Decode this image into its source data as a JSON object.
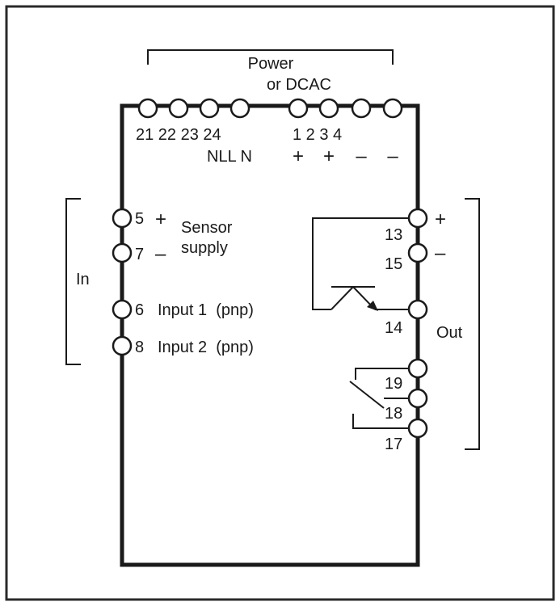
{
  "power": {
    "line1": "Power",
    "line2": "or DCAC"
  },
  "top_terminals": {
    "numbers_left": "21 22 23 24",
    "numbers_right": "1 2 3 4",
    "nll_label": "NLL N",
    "signs": [
      "+",
      "+",
      "–",
      "–"
    ]
  },
  "inputs": {
    "bracket_label": "In",
    "t5": "5",
    "t7": "7",
    "plus": "+",
    "minus": "–",
    "sensor_line1": "Sensor",
    "sensor_line2": "supply",
    "t6": "6",
    "input1": "Input 1  (pnp)",
    "t8": "8",
    "input2": "Input 2  (pnp)"
  },
  "outputs": {
    "bracket_label": "Out",
    "t13": "13",
    "t15": "15",
    "plus": "+",
    "minus": "–",
    "t14": "14",
    "t19": "19",
    "t18": "18",
    "t17": "17"
  }
}
